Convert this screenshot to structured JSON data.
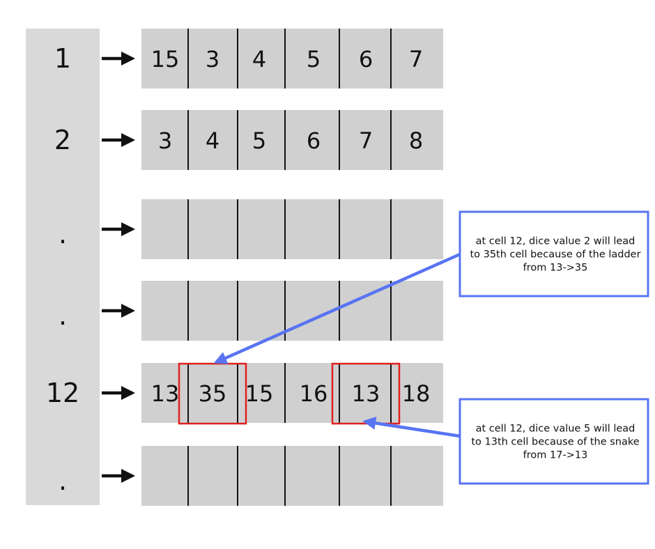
{
  "rows": [
    {
      "index_label": "1",
      "cells": [
        "15",
        "3",
        "4",
        "5",
        "6",
        "7"
      ]
    },
    {
      "index_label": "2",
      "cells": [
        "3",
        "4",
        "5",
        "6",
        "7",
        "8"
      ]
    },
    {
      "index_label": ".",
      "cells": [
        "",
        "",
        "",
        "",
        "",
        ""
      ]
    },
    {
      "index_label": ".",
      "cells": [
        "",
        "",
        "",
        "",
        "",
        ""
      ]
    },
    {
      "index_label": "12",
      "cells": [
        "13",
        "35",
        "15",
        "16",
        "13",
        "18"
      ]
    },
    {
      "index_label": ".",
      "cells": [
        "",
        "",
        "",
        "",
        "",
        ""
      ]
    }
  ],
  "highlights": [
    {
      "row": 4,
      "cell": 1
    },
    {
      "row": 4,
      "cell": 4
    }
  ],
  "notes": [
    {
      "lines": [
        "at cell 12, dice value 2 will lead",
        "to 35th cell  because of the ladder",
        "from 13->35"
      ],
      "points_to": {
        "row": 4,
        "cell": 1
      }
    },
    {
      "lines": [
        "at cell 12, dice value 5 will lead",
        "to 13th cell  because of the snake",
        "from 17->13"
      ],
      "points_to": {
        "row": 4,
        "cell": 4
      }
    }
  ],
  "colors": {
    "index_column": "#d9d9d9",
    "row_fill": "#d0d0d0",
    "divider": "#111111",
    "arrow": "#111111",
    "highlight_border": "#e0201f",
    "note_border": "#5874f2",
    "note_arrow": "#5874f2"
  }
}
